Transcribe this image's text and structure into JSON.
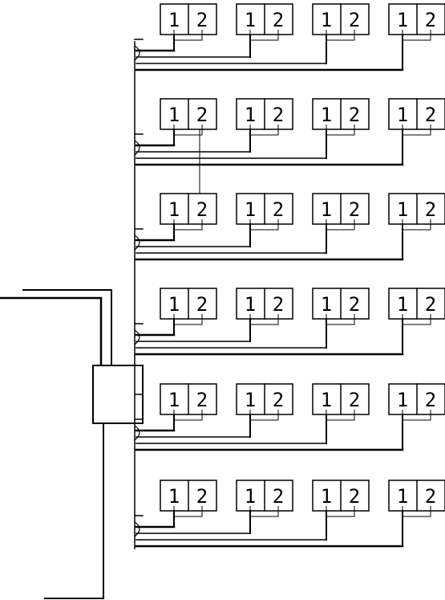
{
  "diagram": {
    "colors": {
      "line": "#000000",
      "background": "#ffffff"
    },
    "socket_labels": [
      "1",
      "2"
    ],
    "floors": 6,
    "units_per_floor": 4
  }
}
